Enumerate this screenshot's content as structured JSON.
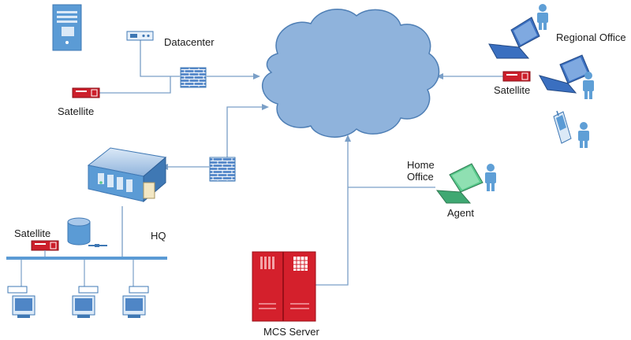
{
  "labels": {
    "datacenter": "Datacenter",
    "satellite_datacenter": "Satellite",
    "hq": "HQ",
    "satellite_hq": "Satellite",
    "mcs_server": "MCS Server",
    "home_office_line1": "Home",
    "home_office_line2": "Office",
    "agent": "Agent",
    "regional_office": "Regional Office",
    "satellite_regional": "Satellite"
  },
  "colors": {
    "cloud_fill": "#8fb3dc",
    "cloud_stroke": "#4f7fb5",
    "link": "#7a9fc7",
    "firewall": "#5b8ccb",
    "satellite_device": "#cc1f2b",
    "mcs_server": "#d4202c",
    "laptop_screen": "#3a6fc0",
    "agent_laptop": "#58c98b",
    "person": "#5f9fd6",
    "workstation": "#4f86c6"
  },
  "icons": [
    "cloud-icon",
    "server-tower-icon",
    "modem-icon",
    "firewall-icon",
    "satellite-device-icon",
    "hq-server-icon",
    "database-icon",
    "workstation-icon",
    "mcs-server-icon",
    "laptop-icon",
    "person-icon",
    "phone-icon"
  ]
}
